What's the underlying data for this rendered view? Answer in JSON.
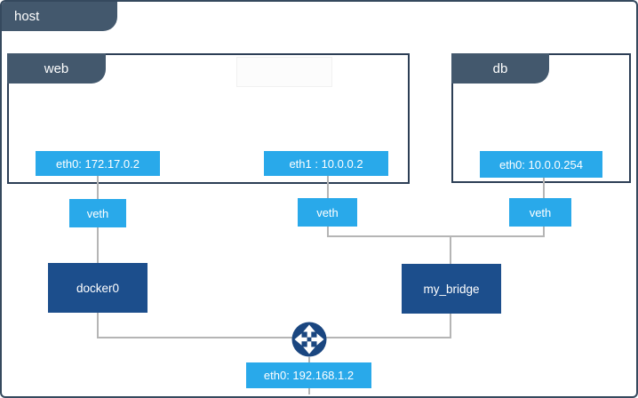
{
  "host": {
    "label": "host",
    "interface": {
      "label": "eth0: 192.168.1.2"
    }
  },
  "containers": {
    "web": {
      "label": "web",
      "interfaces": {
        "eth0": "eth0: 172.17.0.2",
        "eth1": "eth1 : 10.0.0.2"
      }
    },
    "db": {
      "label": "db",
      "interfaces": {
        "eth0": "eth0: 10.0.0.254"
      }
    }
  },
  "veth": {
    "label": "veth"
  },
  "bridges": {
    "docker0": "docker0",
    "my_bridge": "my_bridge"
  },
  "icons": {
    "router": "cross-arrows-icon"
  },
  "colors": {
    "tab": "#43586d",
    "border": "#2c3e55",
    "frame": "#35495e",
    "blue": "#29a9ea",
    "navy": "#1c4e8c",
    "circle": "#1a4680",
    "line": "#b5b5b5"
  }
}
